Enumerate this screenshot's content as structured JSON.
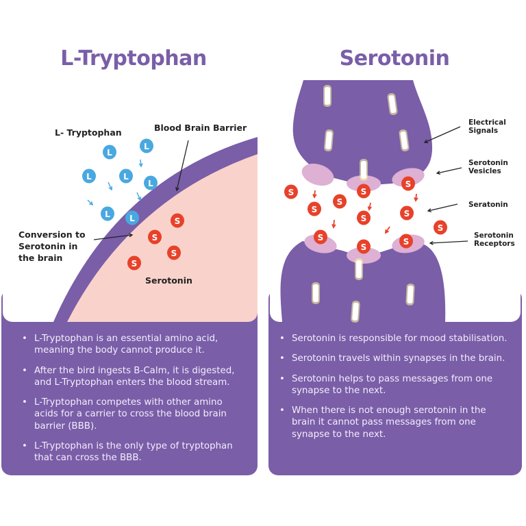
{
  "left": {
    "title": "L-Tryptophan",
    "labels": {
      "tryptophan": "L- Tryptophan",
      "bbb": "Blood Brain Barrier",
      "conversion": [
        "Conversion to",
        "Serotonin in",
        "the brain"
      ],
      "serotonin": "Serotonin"
    },
    "l_letter": "L",
    "s_letter": "S",
    "bullets": [
      [
        "L-Tryptophan is an essential amino acid,",
        "meaning the body cannot produce it."
      ],
      [
        "After the bird ingests B-Calm, it is digested,",
        "and L-Tryptophan enters the blood stream."
      ],
      [
        "L-Tryptophan competes with other amino",
        "acids for a carrier to cross the blood brain",
        "barrier (BBB)."
      ],
      [
        "L-Tryptophan is the only type of tryptophan",
        "that can cross the BBB."
      ]
    ]
  },
  "right": {
    "title": "Serotonin",
    "labels": {
      "electrical": [
        "Electrical",
        "Signals"
      ],
      "vesicles": [
        "Serotonin",
        "Vesicles"
      ],
      "seratonin": "Seratonin",
      "receptors": [
        "Serotonin",
        "Receptors"
      ]
    },
    "s_letter": "S",
    "bullets": [
      [
        "Serotonin is responsible for mood stabilisation."
      ],
      [
        "Serotonin travels within synapses in the brain."
      ],
      [
        "Serotonin helps to pass messages from one",
        "synapse to the next."
      ],
      [
        "When there is not enough serotonin in the",
        "brain it cannot pass messages from one",
        "synapse to the next."
      ]
    ]
  },
  "colors": {
    "purple": "#7a5ea8",
    "pink": "#f9d3cb",
    "blue": "#4aa8e0",
    "red": "#e8412a",
    "vesicle": "#ddb0d4"
  }
}
